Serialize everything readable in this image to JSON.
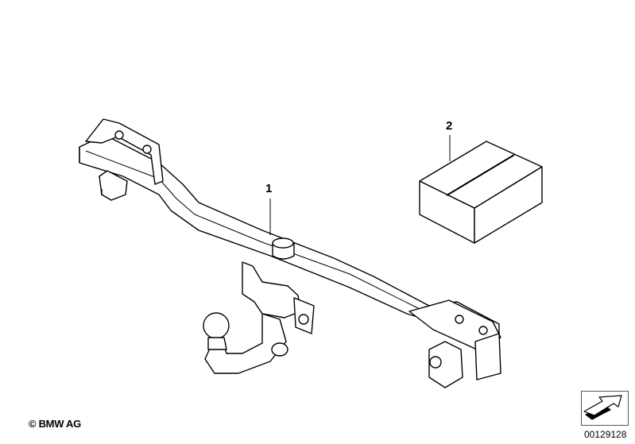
{
  "diagram": {
    "callouts": [
      {
        "number": "1",
        "part": "tow-bar-assembly"
      },
      {
        "number": "2",
        "part": "box-package"
      }
    ],
    "copyright": "© BMW AG",
    "reference_number": "00129128"
  }
}
